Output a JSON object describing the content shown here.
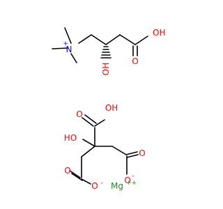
{
  "diagram": {
    "type": "chemical-structure",
    "colors": {
      "bond": "#000000",
      "oxygen": "#ff0000",
      "nitrogen": "#0000ff",
      "magnesium": "#228b22"
    },
    "molecules": [
      {
        "id": "carnitine",
        "labels": {
          "n": "N",
          "n_charge": "+",
          "hydroxyl": "OH",
          "acid_oh": "OH",
          "acid_o": "O"
        }
      },
      {
        "id": "citrate",
        "labels": {
          "cooh_o": "O",
          "cooh_oh": "OH",
          "hydroxyl": "HO",
          "left_o": "O",
          "left_o_minus": "O",
          "left_minus": "-",
          "right_o": "O",
          "right_o_minus": "O",
          "right_minus": "-"
        }
      }
    ],
    "ion": {
      "symbol": "Mg",
      "charge": "++"
    }
  }
}
